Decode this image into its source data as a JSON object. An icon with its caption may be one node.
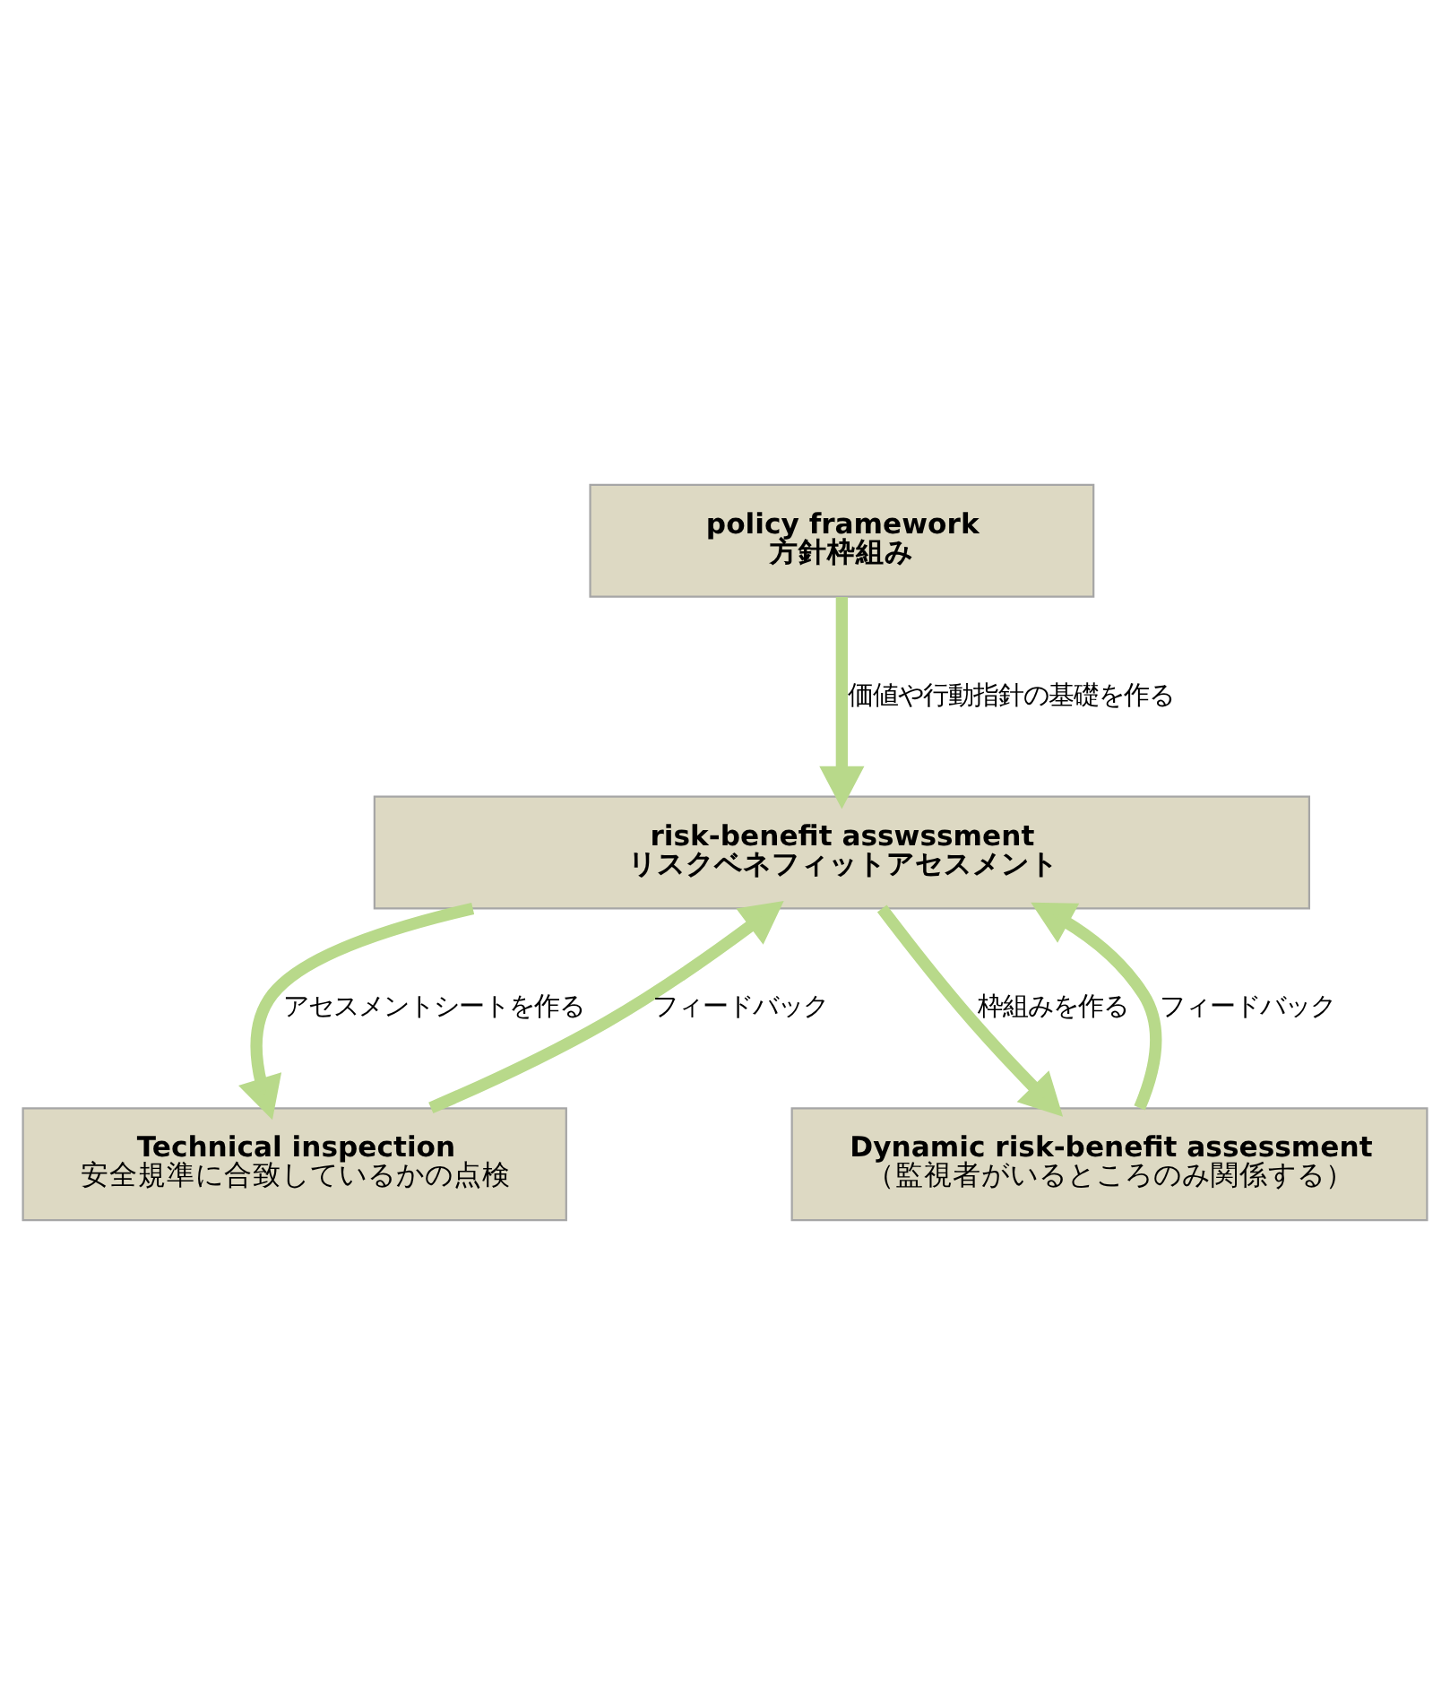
{
  "diagram": {
    "nodes": [
      {
        "text": [
          "policy framework",
          "方針枠組み"
        ]
      },
      {
        "text": [
          "risk-benefit asswssment",
          "リスクベネフィットアセスメント"
        ]
      },
      {
        "text": [
          "Technical inspection",
          "安全規準に合致しているかの点検"
        ]
      },
      {
        "text": [
          "Dynamic risk-benefit assessment",
          "（監視者がいるところのみ関係する）"
        ]
      }
    ],
    "edges": [
      {
        "from": 0,
        "to": 1,
        "arrow": "to",
        "label": "価値や行動指針の基礎を作る"
      },
      {
        "from": 1,
        "to": 2,
        "arrow": "to",
        "label": "アセスメントシートを作る"
      },
      {
        "from": 2,
        "to": 1,
        "arrow": "to",
        "label": "フィードバック"
      },
      {
        "from": 1,
        "to": 3,
        "arrow": "to",
        "label": "枠組みを作る"
      },
      {
        "from": 3,
        "to": 1,
        "arrow": "to",
        "label": "フィードバック"
      }
    ]
  }
}
